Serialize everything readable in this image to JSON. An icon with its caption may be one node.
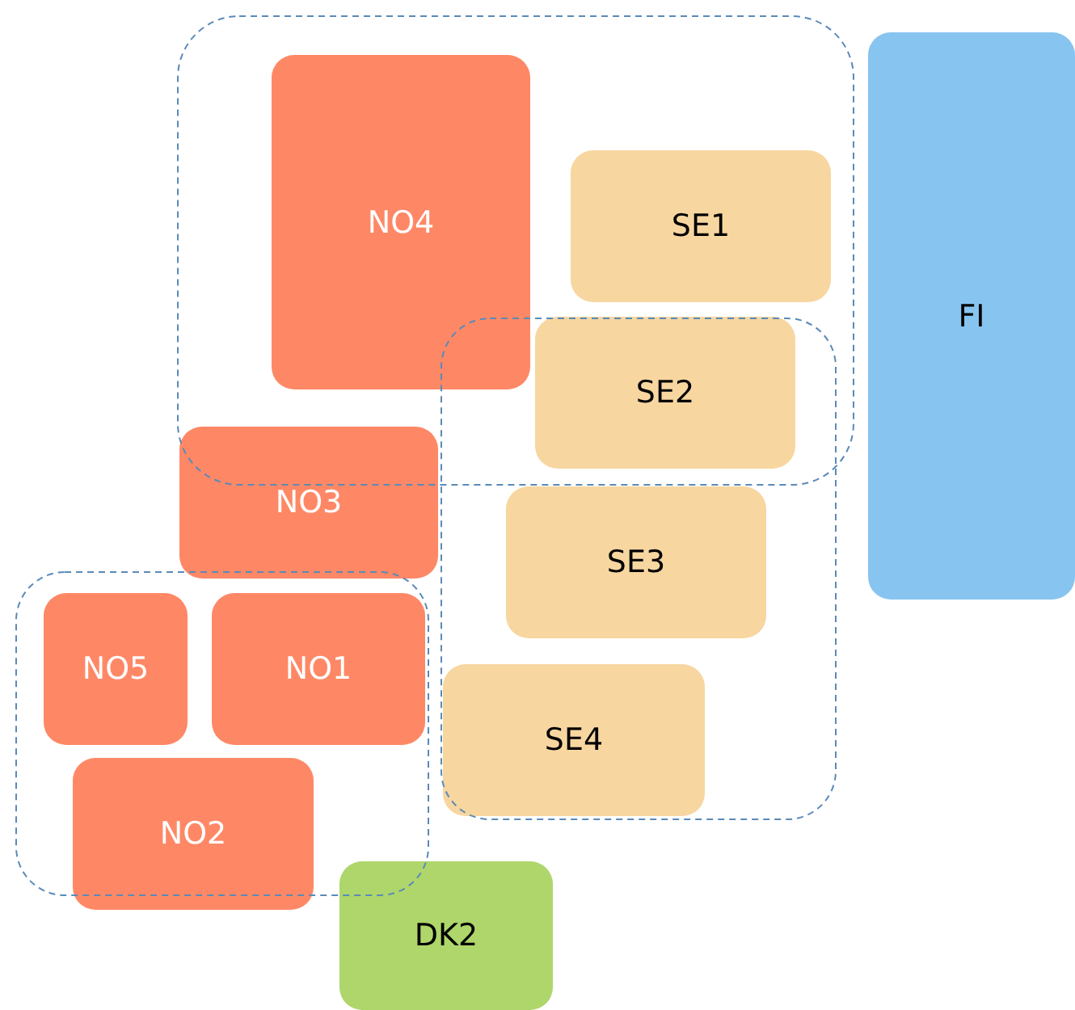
{
  "diagram": {
    "nodes": [
      {
        "text": [
          "FI"
        ]
      },
      {
        "text": [
          "NO4"
        ]
      },
      {
        "text": [
          "SE1"
        ]
      },
      {
        "text": [
          "SE2"
        ]
      },
      {
        "text": [
          "NO3"
        ]
      },
      {
        "text": [
          "SE3"
        ]
      },
      {
        "text": [
          "NO5"
        ]
      },
      {
        "text": [
          "NO1"
        ]
      },
      {
        "text": [
          "SE4"
        ]
      },
      {
        "text": [
          "NO2"
        ]
      },
      {
        "text": [
          "DK2"
        ]
      }
    ]
  }
}
